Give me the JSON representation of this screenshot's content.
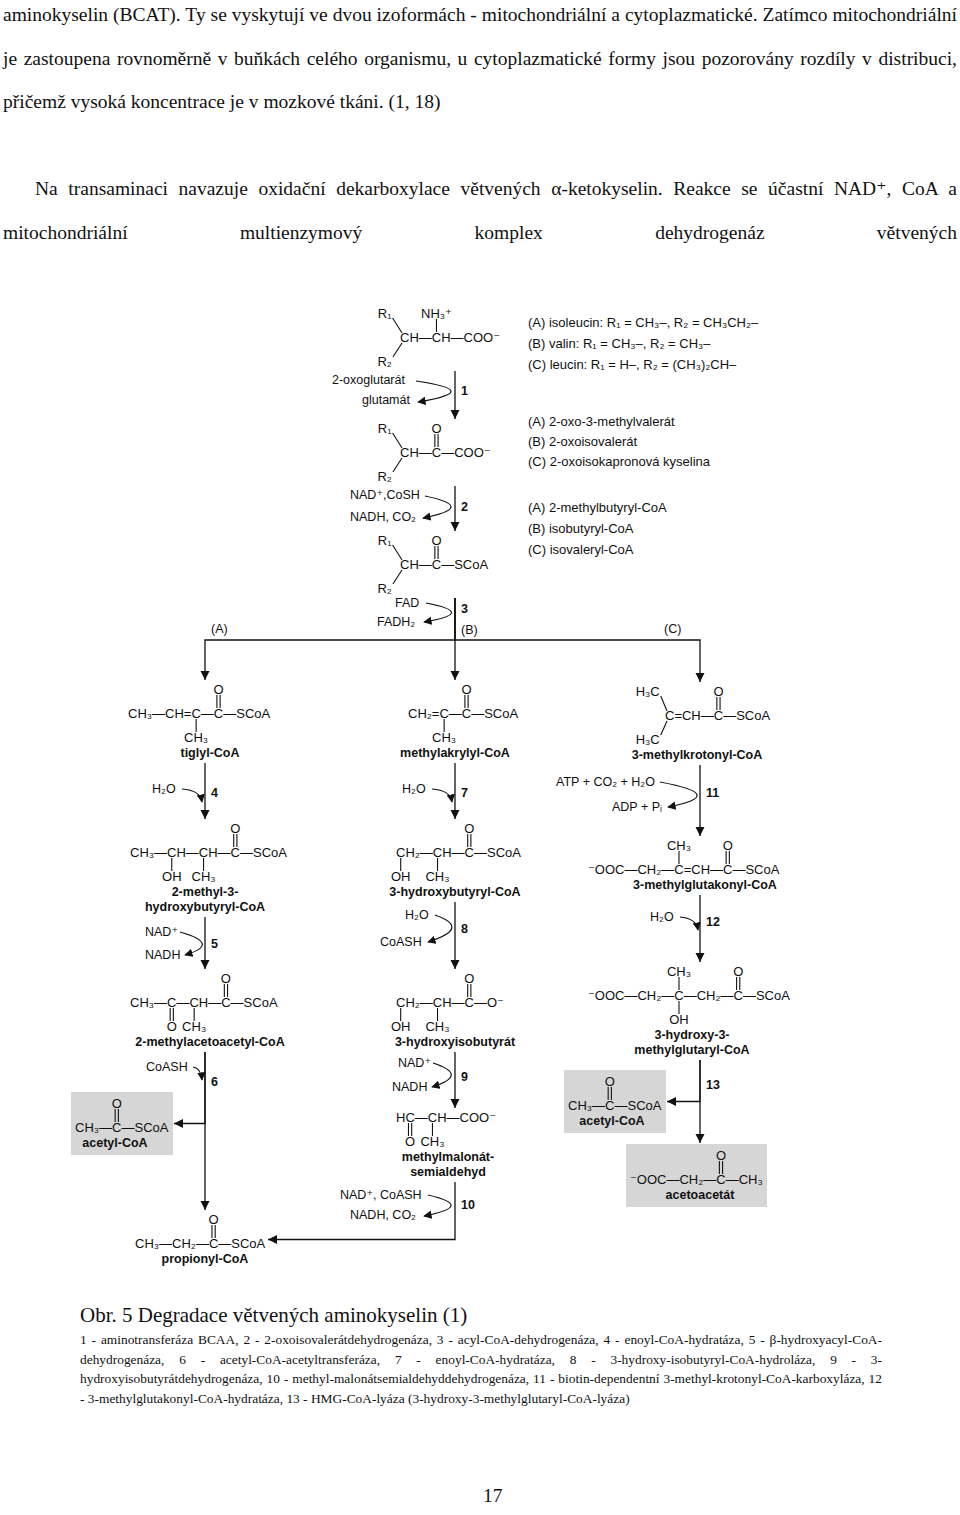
{
  "diagram": {
    "caption": "Obr. 5 Degradace větvených aminokyselin (1)",
    "nodes": [
      {
        "text": [
          "R₁",
          "NH₃⁺",
          "CH—CH—COO⁻",
          "R₂"
        ]
      },
      {
        "text": [
          "R₁",
          "O",
          "CH—C—COO⁻",
          "R₂"
        ]
      },
      {
        "text": [
          "R₁",
          "O",
          "CH—C—SCoA",
          "R₂"
        ]
      },
      {
        "text": [
          "O",
          "CH₃—CH=C—C—SCoA",
          "CH₃",
          "tiglyl-CoA"
        ]
      },
      {
        "text": [
          "O",
          "CH₂=C—C—SCoA",
          "CH₃",
          "methylakrylyl-CoA"
        ]
      },
      {
        "text": [
          "H₃C",
          "O",
          "C=CH—C—SCoA",
          "H₃C",
          "3-methylkrotonyl-CoA"
        ]
      },
      {
        "text": [
          "O",
          "CH₃—CH—CH—C—SCoA",
          "OH",
          "CH₃",
          "2-methyl-3- hydroxybutyryl-CoA"
        ]
      },
      {
        "text": [
          "O",
          "CH₂—CH—C—SCoA",
          "OH",
          "CH₃",
          "3-hydroxybutyryl-CoA"
        ]
      },
      {
        "text": [
          "CH₃",
          "O",
          "⁻OOC—CH₂—C=CH—C—SCoA",
          "3-methylglutakonyl-CoA"
        ]
      },
      {
        "text": [
          "O",
          "CH₃—C—CH—C—SCoA",
          "O",
          "CH₃",
          "2-methylacetoacetyl-CoA"
        ]
      },
      {
        "text": [
          "O",
          "CH₂—CH—C—O⁻",
          "OH",
          "CH₃",
          "3-hydroxyisobutyrát"
        ]
      },
      {
        "text": [
          "CH₃",
          "O",
          "⁻OOC—CH₂—C—CH₂—C—SCoA",
          "OH",
          "3-hydroxy-3- methylglutaryl-CoA"
        ]
      },
      {
        "text": [
          "O",
          "CH₃—C—SCoA",
          "acetyl-CoA"
        ]
      },
      {
        "text": [
          "O",
          "CH₃—C—SCoA",
          "acetyl-CoA"
        ]
      },
      {
        "text": [
          "HC—CH—COO⁻",
          "O",
          "CH₃",
          "methylmalonát- semialdehyd"
        ]
      },
      {
        "text": [
          "O",
          "⁻OOC—CH₂—C—CH₃",
          "acetoacetát"
        ]
      },
      {
        "text": [
          "O",
          "CH₃—CH₂—C—SCoA",
          "propionyl-CoA"
        ]
      }
    ],
    "edges": [
      {
        "from": 0,
        "to": 1,
        "label": "1",
        "arrow": "to"
      },
      {
        "from": 1,
        "to": 2,
        "label": "2",
        "arrow": "to"
      },
      {
        "from": 2,
        "to": 3,
        "arrow": "to"
      },
      {
        "from": 2,
        "to": 4,
        "label": "3",
        "arrow": "to"
      },
      {
        "from": 2,
        "to": 5,
        "arrow": "to"
      },
      {
        "from": 3,
        "to": 6,
        "label": "4",
        "arrow": "to"
      },
      {
        "from": 6,
        "to": 9,
        "label": "5",
        "arrow": "to"
      },
      {
        "from": 9,
        "to": 16,
        "label": "6",
        "arrow": "to"
      },
      {
        "from": 9,
        "to": 13,
        "arrow": "to"
      },
      {
        "from": 4,
        "to": 7,
        "label": "7",
        "arrow": "to"
      },
      {
        "from": 7,
        "to": 10,
        "label": "8",
        "arrow": "to"
      },
      {
        "from": 10,
        "to": 14,
        "label": "9",
        "arrow": "to"
      },
      {
        "from": 14,
        "to": 16,
        "label": "10",
        "arrow": "to"
      },
      {
        "from": 5,
        "to": 8,
        "label": "11",
        "arrow": "to"
      },
      {
        "from": 8,
        "to": 11,
        "label": "12",
        "arrow": "to"
      },
      {
        "from": 11,
        "to": 15,
        "label": "13",
        "arrow": "to"
      },
      {
        "from": 11,
        "to": 12,
        "arrow": "to"
      }
    ],
    "labels": [
      "aminokyselin (BCAT). Ty se vyskytují ve dvou izoformách - mitochondriální a cytoplazmatické. Zatímco mitochondriální je zastoupena rovnoměrně v buňkách celého organismu, u cytoplazmatické formy jsou pozorovány rozdíly v distribuci, přičemž vysoká koncentrace je v mozkové tkáni. (1, 18)",
      "Na transaminaci navazuje oxidační dekarboxylace větvených α-ketokyselin. Reakce se účastní NAD⁺, CoA a mitochondriální multienzymový komplex dehydrogenáz větvených",
      "(A) isoleucin: R₁ = CH₃–, R₂ = CH₃CH₂–",
      "(B) valin: R₁ = CH₃–, R₂ = CH₃–",
      "(C) leucin: R₁ = H–, R₂ = (CH₃)₂CH–",
      "2-oxoglutarát",
      "glutamát",
      "(A) 2-oxo-3-methylvalerát",
      "(B) 2-oxoisovalerát",
      "(C) 2-oxoisokapronová kyselina",
      "NAD⁺,CoSH",
      "NADH, CO₂",
      "(A) 2-methylbutyryl-CoA",
      "(B) isobutyryl-CoA",
      "(C) isovaleryl-CoA",
      "FAD",
      "FADH₂",
      "(A)",
      "(B)",
      "(C)",
      "H₂O",
      "H₂O",
      "ATP + CO₂ + H₂O",
      "ADP + Pᵢ",
      "NAD⁺",
      "NADH",
      "H₂O",
      "CoASH",
      "H₂O",
      "CoASH",
      "NAD⁺",
      "NADH",
      "NAD⁺, CoASH",
      "NADH, CO₂",
      "1 - aminotransferáza BCAA, 2 - 2-oxoisovalerátdehydrogenáza, 3 - acyl-CoA-dehydrogenáza, 4 - enoyl-CoA-hydratáza, 5 - β-hydroxyacyl-CoA-dehydrogenáza, 6 - acetyl-CoA-acetyltransferáza, 7 - enoyl-CoA-hydratáza, 8 - 3-hydroxy-isobutyryl-CoA-hydroláza, 9 - 3-hydroxyisobutyrátdehydrogenáza, 10 - methyl-malonátsemialdehyddehydrogenáza, 11 - biotin-dependentní 3-methyl-krotonyl-CoA-karboxyláza, 12 - 3-methylglutakonyl-CoA-hydratáza, 13 - HMG-CoA-lyáza (3-hydroxy-3-methylglutaryl-CoA-lyáza)",
      "17"
    ]
  }
}
